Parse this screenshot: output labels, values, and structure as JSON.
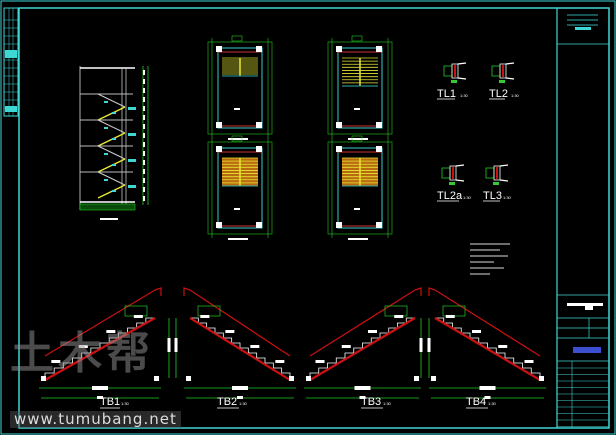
{
  "colors": {
    "frame": "#3fd6d6",
    "dim": "#22cc22",
    "stair": "#cc1111",
    "tread": "#e6e633",
    "white": "#ffffff"
  },
  "details": [
    {
      "label": "TL1",
      "scale": "1:30"
    },
    {
      "label": "TL2",
      "scale": "1:30"
    },
    {
      "label": "TL2a",
      "scale": "1:30"
    },
    {
      "label": "TL3",
      "scale": "1:30"
    }
  ],
  "sections": [
    {
      "label": "TB1",
      "scale": "1:30",
      "direction": "up-right"
    },
    {
      "label": "TB2",
      "scale": "1:30",
      "direction": "down-right"
    },
    {
      "label": "TB3",
      "scale": "1:30",
      "direction": "up-right"
    },
    {
      "label": "TB4",
      "scale": "1:30",
      "direction": "down-right"
    }
  ],
  "watermark": {
    "logo": "土木帮",
    "url": "www.tumubang.net"
  }
}
